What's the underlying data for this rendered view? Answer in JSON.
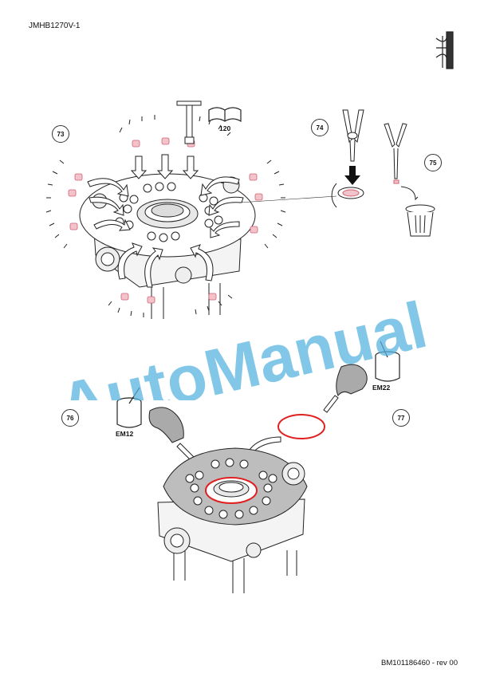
{
  "header": {
    "doc_id": "JMHB1270V-1"
  },
  "footer": {
    "doc_ref": "BM101186460 - rev 00"
  },
  "steps": {
    "s73": "73",
    "s74": "74",
    "s75": "75",
    "s76": "76",
    "s77": "77"
  },
  "labels": {
    "tool_ref": "120",
    "em12": "EM12",
    "em22": "EM22"
  },
  "watermark": {
    "text": "AutoManual",
    "color": "#5ab4e0"
  },
  "icons": {
    "manual": "open-book-icon",
    "pliers": "pliers-icon",
    "bin": "trash-bin-icon",
    "pot": "grease-pot-icon",
    "hand": "gloved-hand-icon",
    "section": "valve-section-icon"
  },
  "colors": {
    "seal": "#e07a8a",
    "oring": "#e02020",
    "line": "#222222"
  }
}
